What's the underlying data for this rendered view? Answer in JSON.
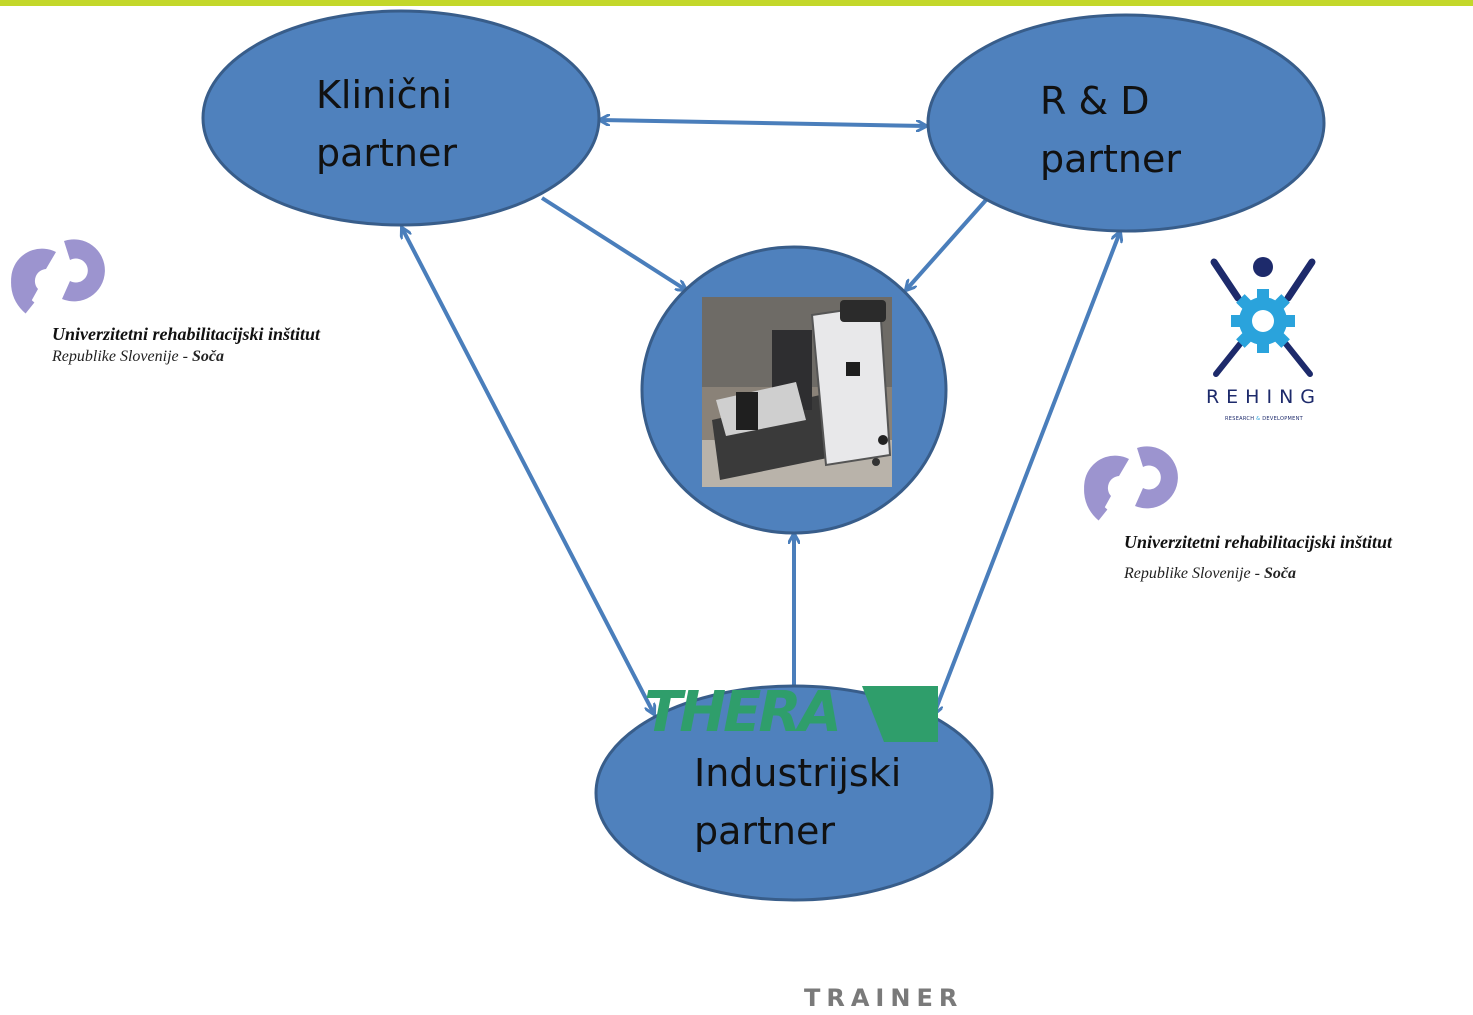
{
  "colors": {
    "node_fill": "#4f81bd",
    "node_stroke": "#385d8a",
    "arrow": "#4a7ebb",
    "top_bar": "#c3d72a",
    "soca_logo": "#9c94cf",
    "rehing_blue": "#2aa3dc",
    "rehing_navy": "#1d2a6b",
    "thera_green": "#2f9e6b"
  },
  "nodes": {
    "clinical": {
      "line1": "Klinični",
      "line2": "partner"
    },
    "rnd": {
      "line1": "R & D",
      "line2": "partner"
    },
    "industrial": {
      "line1": "Industrijski",
      "line2": "partner"
    }
  },
  "center": {
    "image_icon": "rehabilitation-device-photo-icon"
  },
  "logos": {
    "soca_left": {
      "line1": "Univerzitetni rehabilitacijski inštitut",
      "line2_prefix": "Republike Slovenije - ",
      "line2_bold": "Soča"
    },
    "soca_right": {
      "line1": "Univerzitetni rehabilitacijski inštitut",
      "line2_prefix": "Republike Slovenije - ",
      "line2_bold": "Soča"
    },
    "rehing": {
      "name": "REHING",
      "sub_part1": "RESEARCH ",
      "sub_amp": "&",
      "sub_part2": " DEVELOPMENT"
    },
    "thera": {
      "name": "THERA",
      "sub": "TRAINER"
    }
  }
}
